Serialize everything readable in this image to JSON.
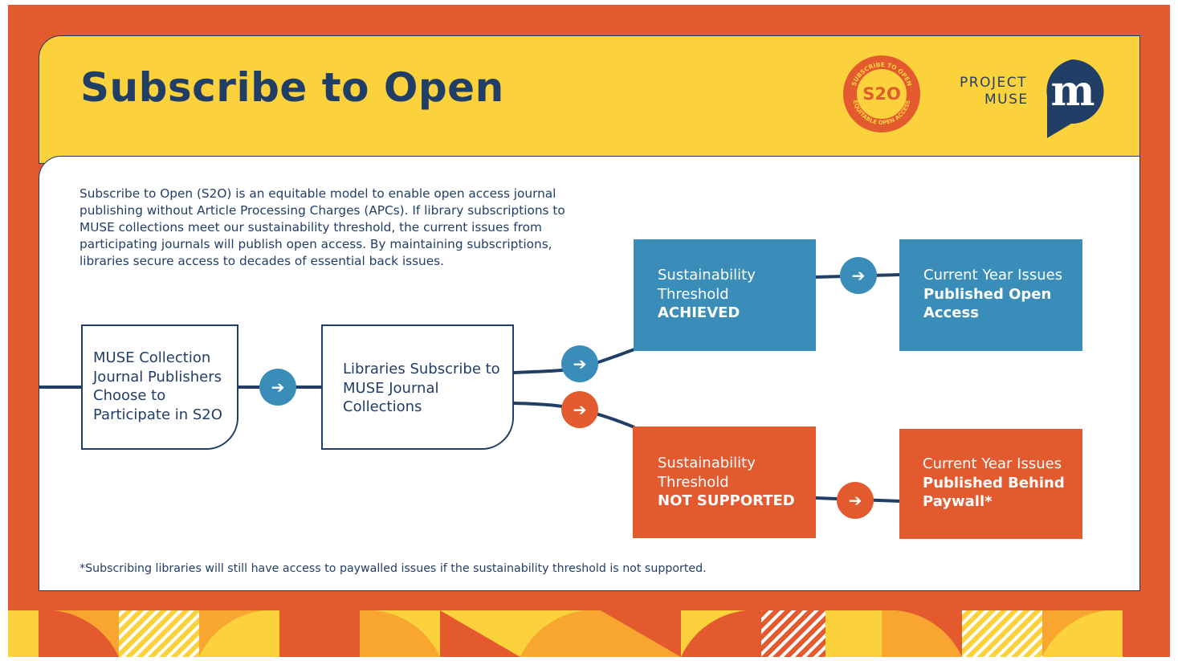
{
  "header": {
    "title": "Subscribe to Open",
    "badge_text": "S2O",
    "badge_ring_top": "SUBSCRIBE TO OPEN",
    "badge_ring_bottom": "EQUITABLE OPEN ACCESS",
    "logo_line1": "PROJECT",
    "logo_line2": "MUSE",
    "logo_mark": "m"
  },
  "intro_text": "Subscribe to Open (S2O) is an equitable model to enable open access journal publishing without Article Processing Charges (APCs). If library subscriptions to MUSE collections meet our sustainability threshold, the current issues from participating journals will publish open access. By maintaining subscriptions, libraries secure access to decades of essential back issues.",
  "flow": {
    "step1": "MUSE Collection Journal Publishers Choose to Participate in S2O",
    "step2": "Libraries Subscribe to MUSE Journal Collections",
    "achieved": {
      "line1": "Sustainability",
      "line2": "Threshold",
      "line3": "ACHIEVED"
    },
    "open_result": {
      "line1": "Current Year Issues",
      "line2": "Published Open",
      "line3": "Access"
    },
    "not_supported": {
      "line1": "Sustainability",
      "line2": "Threshold",
      "line3": "NOT SUPPORTED"
    },
    "paywall_result": {
      "line1": "Current Year Issues",
      "line2": "Published Behind",
      "line3": "Paywall*"
    },
    "arrow_glyph": "➔"
  },
  "footnote": "*Subscribing libraries will still have access to paywalled issues if the sustainability threshold is not supported.",
  "colors": {
    "orange": "#E35A2F",
    "yellow": "#FCD23C",
    "navy": "#213E66",
    "blue": "#3A8DB8",
    "light_orange": "#F9A630"
  },
  "icons": [
    "s2o-badge-icon",
    "project-muse-logo-icon",
    "arrow-right-icon"
  ]
}
